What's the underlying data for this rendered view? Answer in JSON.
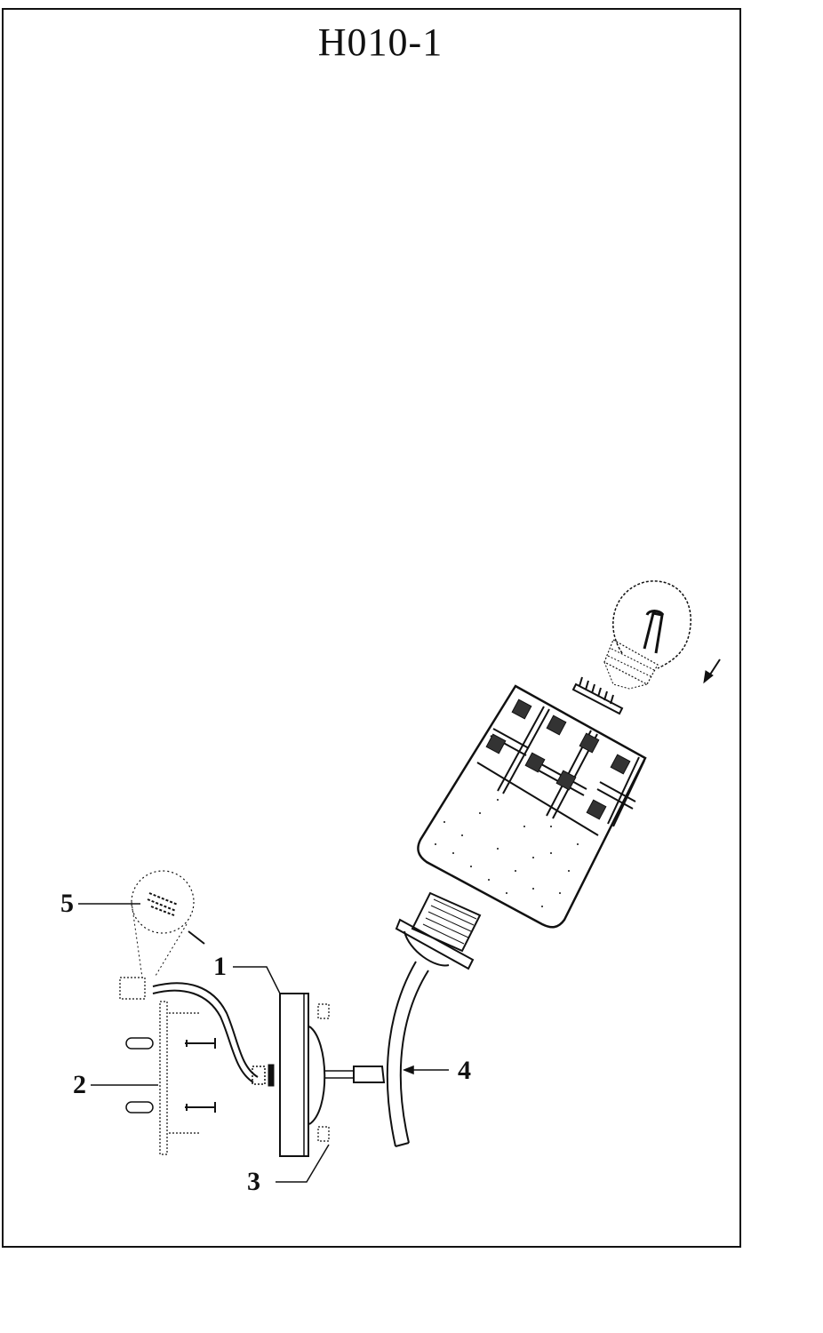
{
  "title": "H010-1",
  "callouts": [
    {
      "id": "1",
      "label": "1",
      "part": "wall-base-canopy"
    },
    {
      "id": "2",
      "label": "2",
      "part": "mounting-bracket-screws"
    },
    {
      "id": "3",
      "label": "3",
      "part": "cap-nuts"
    },
    {
      "id": "4",
      "label": "4",
      "part": "curved-arm"
    },
    {
      "id": "5",
      "label": "5",
      "part": "wire-connector"
    }
  ],
  "colors": {
    "ink": "#111111",
    "paper": "#ffffff"
  }
}
